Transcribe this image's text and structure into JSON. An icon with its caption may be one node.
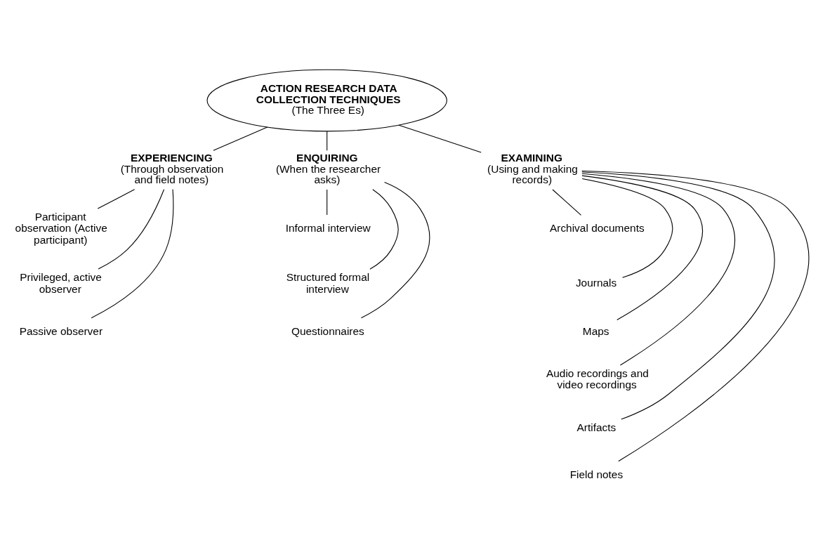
{
  "diagram": {
    "nodes": [
      {
        "text": [
          "ACTION RESEARCH DATA COLLECTION TECHNIQUES",
          "(The Three Es)"
        ]
      },
      {
        "text": [
          "EXPERIENCING",
          "(Through observation and field notes)"
        ]
      },
      {
        "text": [
          "ENQUIRING",
          "(When the researcher asks)"
        ]
      },
      {
        "text": [
          "EXAMINING",
          "(Using and making records)"
        ]
      },
      {
        "text": [
          "Participant observation (Active participant)"
        ]
      },
      {
        "text": [
          "Privileged, active observer"
        ]
      },
      {
        "text": [
          "Passive observer"
        ]
      },
      {
        "text": [
          "Informal interview"
        ]
      },
      {
        "text": [
          "Structured formal interview"
        ]
      },
      {
        "text": [
          "Questionnaires"
        ]
      },
      {
        "text": [
          "Archival documents"
        ]
      },
      {
        "text": [
          "Journals"
        ]
      },
      {
        "text": [
          "Maps"
        ]
      },
      {
        "text": [
          "Audio recordings and video recordings"
        ]
      },
      {
        "text": [
          "Artifacts"
        ]
      },
      {
        "text": [
          "Field notes"
        ]
      }
    ],
    "edges": [
      {
        "from": 0,
        "to": 1,
        "arrow": "none"
      },
      {
        "from": 0,
        "to": 2,
        "arrow": "none"
      },
      {
        "from": 0,
        "to": 3,
        "arrow": "none"
      },
      {
        "from": 1,
        "to": 4,
        "arrow": "none"
      },
      {
        "from": 1,
        "to": 5,
        "arrow": "none"
      },
      {
        "from": 1,
        "to": 6,
        "arrow": "none"
      },
      {
        "from": 2,
        "to": 7,
        "arrow": "none"
      },
      {
        "from": 2,
        "to": 8,
        "arrow": "none"
      },
      {
        "from": 2,
        "to": 9,
        "arrow": "none"
      },
      {
        "from": 3,
        "to": 10,
        "arrow": "none"
      },
      {
        "from": 3,
        "to": 11,
        "arrow": "none"
      },
      {
        "from": 3,
        "to": 12,
        "arrow": "none"
      },
      {
        "from": 3,
        "to": 13,
        "arrow": "none"
      },
      {
        "from": 3,
        "to": 14,
        "arrow": "none"
      },
      {
        "from": 3,
        "to": 15,
        "arrow": "none"
      }
    ]
  }
}
